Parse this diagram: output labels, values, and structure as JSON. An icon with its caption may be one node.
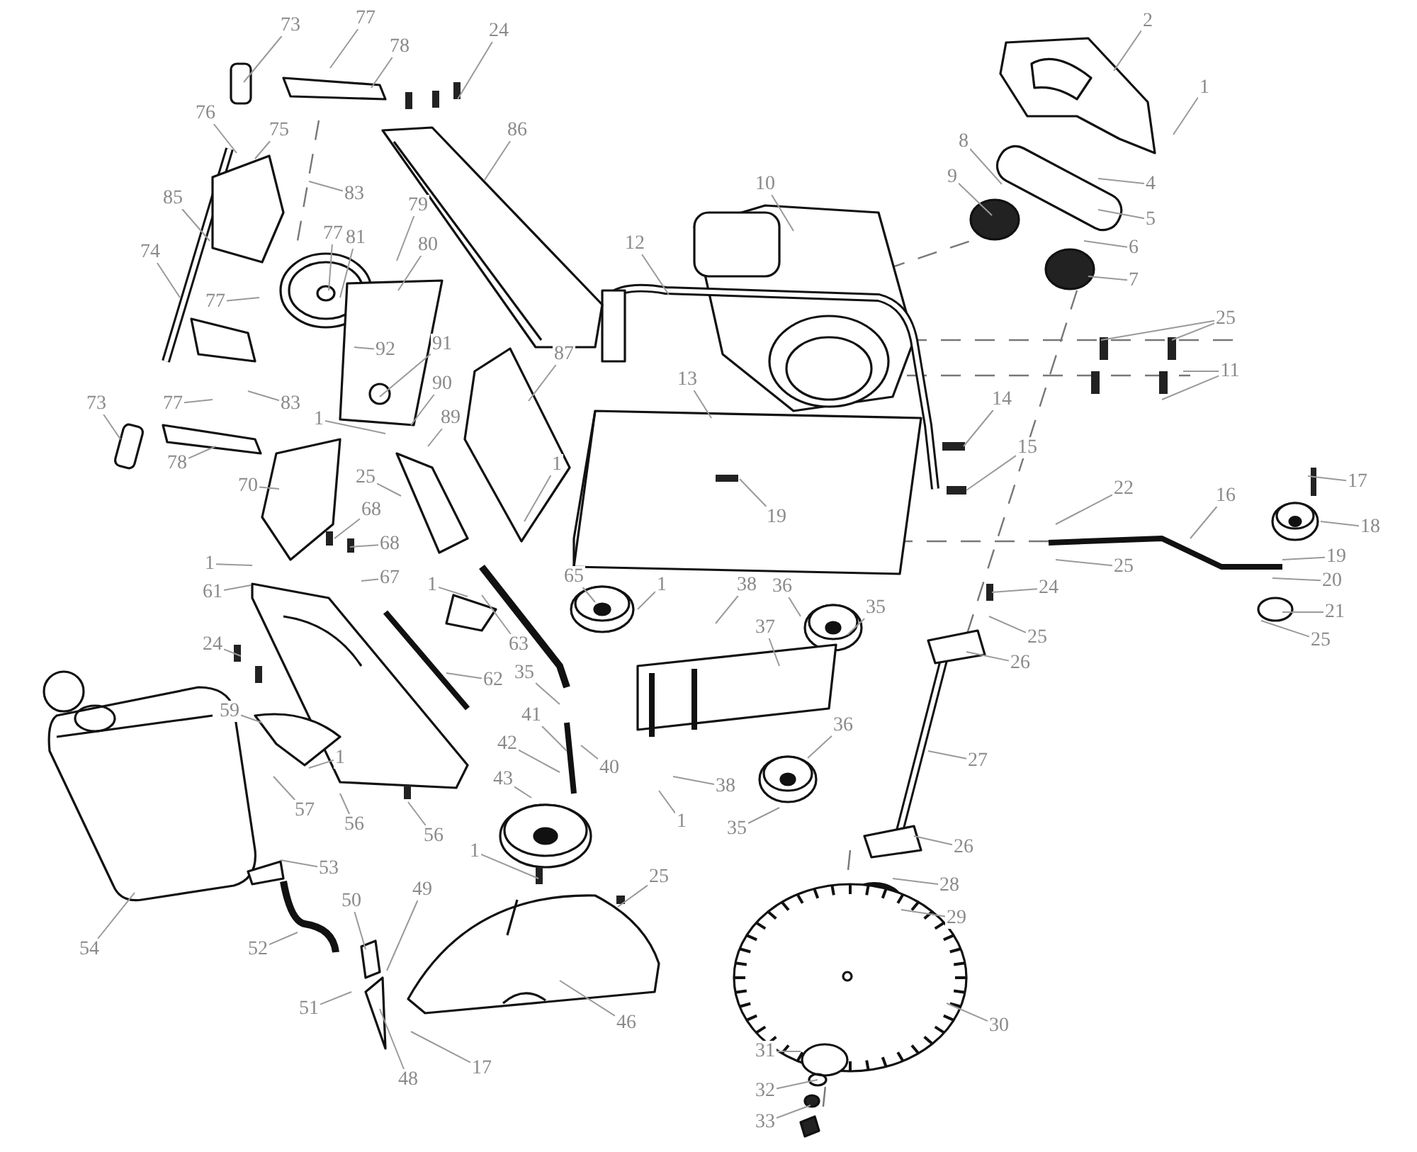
{
  "diagram": {
    "nodes": [
      {
        "text": [
          "73"
        ]
      },
      {
        "text": [
          "77"
        ]
      },
      {
        "text": [
          "78"
        ]
      },
      {
        "text": [
          "24"
        ]
      },
      {
        "text": [
          "2"
        ]
      },
      {
        "text": [
          "76"
        ]
      },
      {
        "text": [
          "75"
        ]
      },
      {
        "text": [
          "86"
        ]
      },
      {
        "text": [
          "1"
        ]
      },
      {
        "text": [
          "8"
        ]
      },
      {
        "text": [
          "10"
        ]
      },
      {
        "text": [
          "83"
        ]
      },
      {
        "text": [
          "4"
        ]
      },
      {
        "text": [
          "9"
        ]
      },
      {
        "text": [
          "85"
        ]
      },
      {
        "text": [
          "79"
        ]
      },
      {
        "text": [
          "5"
        ]
      },
      {
        "text": [
          "77"
        ]
      },
      {
        "text": [
          "81"
        ]
      },
      {
        "text": [
          "80"
        ]
      },
      {
        "text": [
          "12"
        ]
      },
      {
        "text": [
          "6"
        ]
      },
      {
        "text": [
          "74"
        ]
      },
      {
        "text": [
          "7"
        ]
      },
      {
        "text": [
          "77"
        ]
      },
      {
        "text": [
          "25"
        ]
      },
      {
        "text": [
          "92"
        ]
      },
      {
        "text": [
          "91"
        ]
      },
      {
        "text": [
          "87"
        ]
      },
      {
        "text": [
          "11"
        ]
      },
      {
        "text": [
          "13"
        ]
      },
      {
        "text": [
          "14"
        ]
      },
      {
        "text": [
          "83"
        ]
      },
      {
        "text": [
          "73"
        ]
      },
      {
        "text": [
          "77"
        ]
      },
      {
        "text": [
          "90"
        ]
      },
      {
        "text": [
          "89"
        ]
      },
      {
        "text": [
          "1"
        ]
      },
      {
        "text": [
          "15"
        ]
      },
      {
        "text": [
          "78"
        ]
      },
      {
        "text": [
          "1"
        ]
      },
      {
        "text": [
          "25"
        ]
      },
      {
        "text": [
          "70"
        ]
      },
      {
        "text": [
          "17"
        ]
      },
      {
        "text": [
          "22"
        ]
      },
      {
        "text": [
          "16"
        ]
      },
      {
        "text": [
          "68"
        ]
      },
      {
        "text": [
          "19"
        ]
      },
      {
        "text": [
          "18"
        ]
      },
      {
        "text": [
          "68"
        ]
      },
      {
        "text": [
          "1"
        ]
      },
      {
        "text": [
          "19"
        ]
      },
      {
        "text": [
          "25"
        ]
      },
      {
        "text": [
          "61"
        ]
      },
      {
        "text": [
          "67"
        ]
      },
      {
        "text": [
          "1"
        ]
      },
      {
        "text": [
          "20"
        ]
      },
      {
        "text": [
          "24"
        ]
      },
      {
        "text": [
          "21"
        ]
      },
      {
        "text": [
          "37"
        ]
      },
      {
        "text": [
          "25"
        ]
      },
      {
        "text": [
          "25"
        ]
      },
      {
        "text": [
          "24"
        ]
      },
      {
        "text": [
          "63"
        ]
      },
      {
        "text": [
          "26"
        ]
      },
      {
        "text": [
          "35"
        ]
      },
      {
        "text": [
          "62"
        ]
      },
      {
        "text": [
          "59"
        ]
      },
      {
        "text": [
          "41"
        ]
      },
      {
        "text": [
          "36"
        ]
      },
      {
        "text": [
          "42"
        ]
      },
      {
        "text": [
          "27"
        ]
      },
      {
        "text": [
          "1"
        ]
      },
      {
        "text": [
          "40"
        ]
      },
      {
        "text": [
          "43"
        ]
      },
      {
        "text": [
          "38"
        ]
      },
      {
        "text": [
          "57"
        ]
      },
      {
        "text": [
          "56"
        ]
      },
      {
        "text": [
          "1"
        ]
      },
      {
        "text": [
          "56"
        ]
      },
      {
        "text": [
          "35"
        ]
      },
      {
        "text": [
          "26"
        ]
      },
      {
        "text": [
          "1"
        ]
      },
      {
        "text": [
          "53"
        ]
      },
      {
        "text": [
          "25"
        ]
      },
      {
        "text": [
          "28"
        ]
      },
      {
        "text": [
          "49"
        ]
      },
      {
        "text": [
          "50"
        ]
      },
      {
        "text": [
          "29"
        ]
      },
      {
        "text": [
          "54"
        ]
      },
      {
        "text": [
          "52"
        ]
      },
      {
        "text": [
          "51"
        ]
      },
      {
        "text": [
          "46"
        ]
      },
      {
        "text": [
          "30"
        ]
      },
      {
        "text": [
          "31"
        ]
      },
      {
        "text": [
          "17"
        ]
      },
      {
        "text": [
          "48"
        ]
      },
      {
        "text": [
          "32"
        ]
      },
      {
        "text": [
          "33"
        ]
      },
      {
        "text": [
          "65"
        ]
      },
      {
        "text": [
          "1"
        ]
      },
      {
        "text": [
          "38"
        ]
      },
      {
        "text": [
          "36"
        ]
      },
      {
        "text": [
          "35"
        ]
      }
    ],
    "edges": [
      {
        "from": 0,
        "to": null,
        "arrow": "none"
      },
      {
        "from": 1,
        "to": null,
        "arrow": "none"
      },
      {
        "from": 2,
        "to": null,
        "arrow": "none"
      },
      {
        "from": 3,
        "to": null,
        "arrow": "none"
      },
      {
        "from": 4,
        "to": null,
        "arrow": "none"
      },
      {
        "from": 5,
        "to": null,
        "arrow": "none"
      },
      {
        "from": 6,
        "to": null,
        "arrow": "none"
      },
      {
        "from": 7,
        "to": null,
        "arrow": "none"
      },
      {
        "from": 8,
        "to": null,
        "arrow": "none"
      },
      {
        "from": 9,
        "to": null,
        "arrow": "none"
      },
      {
        "from": 10,
        "to": null,
        "arrow": "none"
      },
      {
        "from": 11,
        "to": null,
        "arrow": "none"
      },
      {
        "from": 12,
        "to": null,
        "arrow": "none"
      },
      {
        "from": 13,
        "to": null,
        "arrow": "none"
      },
      {
        "from": 14,
        "to": null,
        "arrow": "none"
      },
      {
        "from": 15,
        "to": null,
        "arrow": "none"
      },
      {
        "from": 16,
        "to": null,
        "arrow": "none"
      },
      {
        "from": 17,
        "to": null,
        "arrow": "none"
      },
      {
        "from": 18,
        "to": null,
        "arrow": "none"
      },
      {
        "from": 19,
        "to": null,
        "arrow": "none"
      },
      {
        "from": 20,
        "to": null,
        "arrow": "none"
      },
      {
        "from": 21,
        "to": null,
        "arrow": "none"
      },
      {
        "from": 22,
        "to": null,
        "arrow": "none"
      },
      {
        "from": 23,
        "to": null,
        "arrow": "none"
      },
      {
        "from": 24,
        "to": null,
        "arrow": "none"
      },
      {
        "from": 25,
        "to": null,
        "arrow": "none"
      },
      {
        "from": 25,
        "to": null,
        "arrow": "none"
      },
      {
        "from": 26,
        "to": null,
        "arrow": "none"
      },
      {
        "from": 27,
        "to": null,
        "arrow": "none"
      },
      {
        "from": 28,
        "to": null,
        "arrow": "none"
      },
      {
        "from": 29,
        "to": null,
        "arrow": "none"
      },
      {
        "from": 29,
        "to": null,
        "arrow": "none"
      },
      {
        "from": 30,
        "to": null,
        "arrow": "none"
      },
      {
        "from": 31,
        "to": null,
        "arrow": "none"
      },
      {
        "from": 32,
        "to": null,
        "arrow": "none"
      },
      {
        "from": 33,
        "to": null,
        "arrow": "none"
      },
      {
        "from": 34,
        "to": null,
        "arrow": "none"
      },
      {
        "from": 35,
        "to": null,
        "arrow": "none"
      },
      {
        "from": 36,
        "to": null,
        "arrow": "none"
      },
      {
        "from": 37,
        "to": null,
        "arrow": "none"
      },
      {
        "from": 38,
        "to": null,
        "arrow": "none"
      },
      {
        "from": 39,
        "to": null,
        "arrow": "none"
      },
      {
        "from": 40,
        "to": null,
        "arrow": "none"
      },
      {
        "from": 41,
        "to": null,
        "arrow": "none"
      },
      {
        "from": 42,
        "to": null,
        "arrow": "none"
      },
      {
        "from": 43,
        "to": null,
        "arrow": "none"
      },
      {
        "from": 44,
        "to": null,
        "arrow": "none"
      },
      {
        "from": 45,
        "to": null,
        "arrow": "none"
      },
      {
        "from": 46,
        "to": null,
        "arrow": "none"
      },
      {
        "from": 47,
        "to": null,
        "arrow": "none"
      },
      {
        "from": 48,
        "to": null,
        "arrow": "none"
      },
      {
        "from": 49,
        "to": null,
        "arrow": "none"
      },
      {
        "from": 50,
        "to": null,
        "arrow": "none"
      },
      {
        "from": 51,
        "to": null,
        "arrow": "none"
      },
      {
        "from": 52,
        "to": null,
        "arrow": "none"
      },
      {
        "from": 53,
        "to": null,
        "arrow": "none"
      },
      {
        "from": 54,
        "to": null,
        "arrow": "none"
      },
      {
        "from": 55,
        "to": null,
        "arrow": "none"
      },
      {
        "from": 56,
        "to": null,
        "arrow": "none"
      },
      {
        "from": 57,
        "to": null,
        "arrow": "none"
      },
      {
        "from": 58,
        "to": null,
        "arrow": "none"
      },
      {
        "from": 59,
        "to": null,
        "arrow": "none"
      },
      {
        "from": 60,
        "to": null,
        "arrow": "none"
      },
      {
        "from": 61,
        "to": null,
        "arrow": "none"
      },
      {
        "from": 62,
        "to": null,
        "arrow": "none"
      },
      {
        "from": 63,
        "to": null,
        "arrow": "none"
      },
      {
        "from": 64,
        "to": null,
        "arrow": "none"
      },
      {
        "from": 65,
        "to": null,
        "arrow": "none"
      },
      {
        "from": 66,
        "to": null,
        "arrow": "none"
      },
      {
        "from": 67,
        "to": null,
        "arrow": "none"
      },
      {
        "from": 68,
        "to": null,
        "arrow": "none"
      },
      {
        "from": 69,
        "to": null,
        "arrow": "none"
      },
      {
        "from": 70,
        "to": null,
        "arrow": "none"
      },
      {
        "from": 71,
        "to": null,
        "arrow": "none"
      },
      {
        "from": 72,
        "to": null,
        "arrow": "none"
      },
      {
        "from": 73,
        "to": null,
        "arrow": "none"
      },
      {
        "from": 74,
        "to": null,
        "arrow": "none"
      },
      {
        "from": 75,
        "to": null,
        "arrow": "none"
      },
      {
        "from": 76,
        "to": null,
        "arrow": "none"
      },
      {
        "from": 77,
        "to": null,
        "arrow": "none"
      },
      {
        "from": 78,
        "to": null,
        "arrow": "none"
      },
      {
        "from": 79,
        "to": null,
        "arrow": "none"
      },
      {
        "from": 80,
        "to": null,
        "arrow": "none"
      },
      {
        "from": 81,
        "to": null,
        "arrow": "none"
      },
      {
        "from": 82,
        "to": null,
        "arrow": "none"
      },
      {
        "from": 83,
        "to": null,
        "arrow": "none"
      },
      {
        "from": 84,
        "to": null,
        "arrow": "none"
      },
      {
        "from": 85,
        "to": null,
        "arrow": "none"
      },
      {
        "from": 86,
        "to": null,
        "arrow": "none"
      },
      {
        "from": 87,
        "to": null,
        "arrow": "none"
      },
      {
        "from": 88,
        "to": null,
        "arrow": "none"
      },
      {
        "from": 89,
        "to": null,
        "arrow": "none"
      },
      {
        "from": 90,
        "to": null,
        "arrow": "none"
      },
      {
        "from": 91,
        "to": null,
        "arrow": "none"
      },
      {
        "from": 92,
        "to": null,
        "arrow": "none"
      },
      {
        "from": 93,
        "to": null,
        "arrow": "none"
      },
      {
        "from": 94,
        "to": null,
        "arrow": "none"
      },
      {
        "from": 95,
        "to": null,
        "arrow": "none"
      },
      {
        "from": 96,
        "to": null,
        "arrow": "none"
      },
      {
        "from": 97,
        "to": null,
        "arrow": "none"
      },
      {
        "from": 98,
        "to": null,
        "arrow": "none"
      },
      {
        "from": 99,
        "to": null,
        "arrow": "none"
      },
      {
        "from": 100,
        "to": null,
        "arrow": "none"
      },
      {
        "from": 101,
        "to": null,
        "arrow": "none"
      },
      {
        "from": 102,
        "to": null,
        "arrow": "none"
      },
      {
        "from": 103,
        "to": null,
        "arrow": "none"
      }
    ]
  }
}
